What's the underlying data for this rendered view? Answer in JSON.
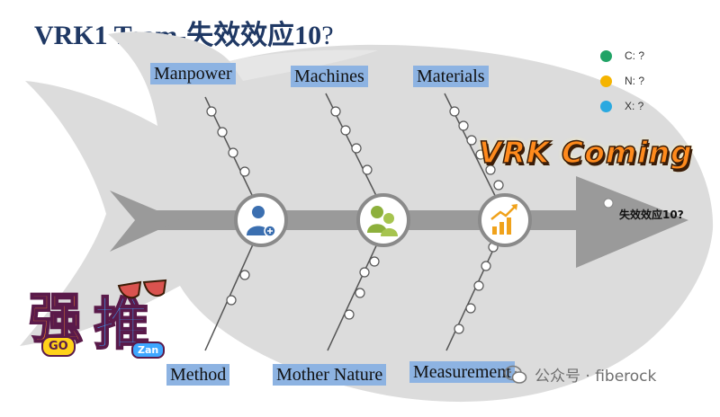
{
  "title": {
    "main": "VRK1 Team-失效效应10",
    "question_mark": "?"
  },
  "categories": {
    "top": [
      "Manpower",
      "Machines",
      "Materials"
    ],
    "bottom": [
      "Method",
      "Mother Nature",
      "Measurement"
    ]
  },
  "legend": [
    {
      "label": "C: ?",
      "color": "#21a366"
    },
    {
      "label": "N: ?",
      "color": "#f5b400"
    },
    {
      "label": "X: ?",
      "color": "#2aa9e0"
    }
  ],
  "head_text": "失效效应10?",
  "banner": "VRK Coming",
  "sticker": {
    "char1": "强",
    "char2": "推",
    "go": "GO",
    "zan": "Zan"
  },
  "watermark": {
    "text": "公众号 · fiberock"
  },
  "colors": {
    "fish_body": "#dcdcdc",
    "spine": "#9a9a9a",
    "label_bg": "#8db3e2",
    "title": "#1f3864"
  },
  "icons": [
    "person-icon",
    "group-icon",
    "growth-chart-icon"
  ]
}
